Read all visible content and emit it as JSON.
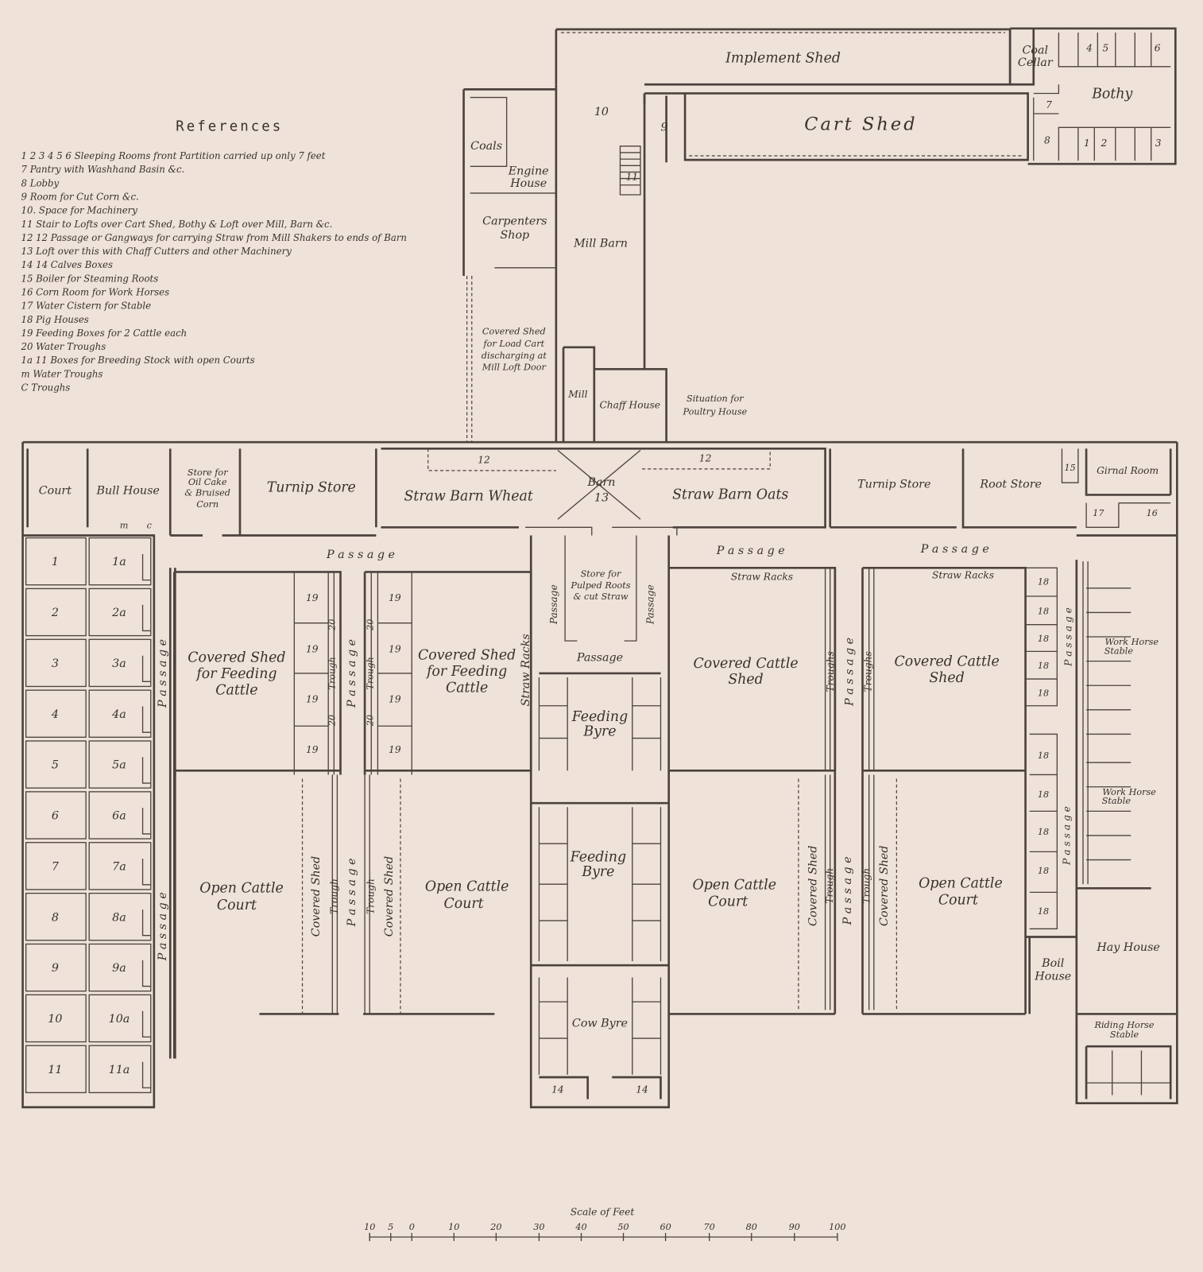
{
  "references": {
    "title": "References",
    "items": [
      "1 2 3 4 5 6 Sleeping Rooms front Partition carried up only 7 feet",
      "7 Pantry with Washhand Basin &c.",
      "8 Lobby",
      "9 Room for Cut Corn &c.",
      "10. Space for Machinery",
      "11 Stair to Lofts over Cart Shed, Bothy & Loft over Mill, Barn &c.",
      "12 12 Passage or Gangways for carrying Straw from Mill Shakers to ends of Barn",
      "13 Loft over this with Chaff Cutters and other Machinery",
      "14 14 Calves Boxes",
      "15 Boiler for Steaming Roots",
      "16 Corn Room for Work Horses",
      "17 Water Cistern for Stable",
      "18 Pig Houses",
      "19 Feeding Boxes for 2 Cattle each",
      "20 Water Troughs",
      "1a 11 Boxes for Breeding Stock with open Courts",
      "m Water Troughs",
      "C Troughs"
    ]
  },
  "north": {
    "implement_shed": "Implement Shed",
    "cart_shed": "Cart Shed",
    "coal_cellar_1": "Coal",
    "coal_cellar_2": "Cellar",
    "bothy": "Bothy",
    "n1": "1",
    "n2": "2",
    "n3": "3",
    "n4": "4",
    "n5": "5",
    "n6": "6",
    "n7": "7",
    "n8": "8",
    "n9": "9",
    "n10": "10",
    "n11": "11",
    "coals": "Coals",
    "engine_house_1": "Engine",
    "engine_house_2": "House",
    "carpenters_1": "Carpenters",
    "carpenters_2": "Shop",
    "mill_barn": "Mill Barn",
    "covered_shed_1": "Covered Shed",
    "covered_shed_2": "for Load Cart",
    "covered_shed_3": "discharging at",
    "covered_shed_4": "Mill Loft Door",
    "mill": "Mill",
    "chaff_house": "Chaff House",
    "poultry_1": "Situation for",
    "poultry_2": "Poultry House"
  },
  "front": {
    "court": "Court",
    "bull_house": "Bull House",
    "oil_cake_1": "Store for",
    "oil_cake_2": "Oil Cake",
    "oil_cake_3": "& Bruised",
    "oil_cake_4": "Corn",
    "turnip_store_left": "Turnip Store",
    "straw_barn_wheat": "Straw Barn Wheat",
    "n12_left": "12",
    "n12_right": "12",
    "barn": "Barn",
    "n13": "13",
    "straw_barn_oats": "Straw Barn Oats",
    "turnip_store_right": "Turnip Store",
    "root_store": "Root Store",
    "n15": "15",
    "girnal_room": "Girnal Room",
    "n17": "17",
    "n16": "16",
    "m": "m",
    "c": "c"
  },
  "body": {
    "passage": "Passage",
    "passage_spaced": "P a s s a g e",
    "stalls": [
      "1",
      "2",
      "3",
      "4",
      "5",
      "6",
      "7",
      "8",
      "9",
      "10",
      "11"
    ],
    "boxes": [
      "1a",
      "2a",
      "3a",
      "4a",
      "5a",
      "6a",
      "7a",
      "8a",
      "9a",
      "10a",
      "11a"
    ],
    "covered_feeding_1": "Covered Shed",
    "covered_feeding_2": "for Feeding",
    "covered_feeding_3": "Cattle",
    "n19": "19",
    "n20": "20",
    "trough": "Trough",
    "troughs": "Troughs",
    "straw_racks": "Straw Racks",
    "pulped_1": "Store for",
    "pulped_2": "Pulped Roots",
    "pulped_3": "& cut Straw",
    "feeding_byre_1": "Feeding",
    "feeding_byre_2": "Byre",
    "cow_byre": "Cow Byre",
    "n14": "14",
    "covered_cattle_1": "Covered Cattle",
    "covered_cattle_2": "Shed",
    "n18": "18",
    "work_horse_1": "Work Horse",
    "work_horse_2": "Stable",
    "open_court_1": "Open Cattle",
    "open_court_2": "Court",
    "covered_shed": "Covered Shed",
    "boil_1": "Boil",
    "boil_2": "House",
    "hay_house": "Hay House",
    "riding_1": "Riding Horse",
    "riding_2": "Stable"
  },
  "scale": {
    "title": "Scale of Feet",
    "ticks": [
      "10",
      "5",
      "0",
      "10",
      "20",
      "30",
      "40",
      "50",
      "60",
      "70",
      "80",
      "90",
      "100"
    ]
  }
}
